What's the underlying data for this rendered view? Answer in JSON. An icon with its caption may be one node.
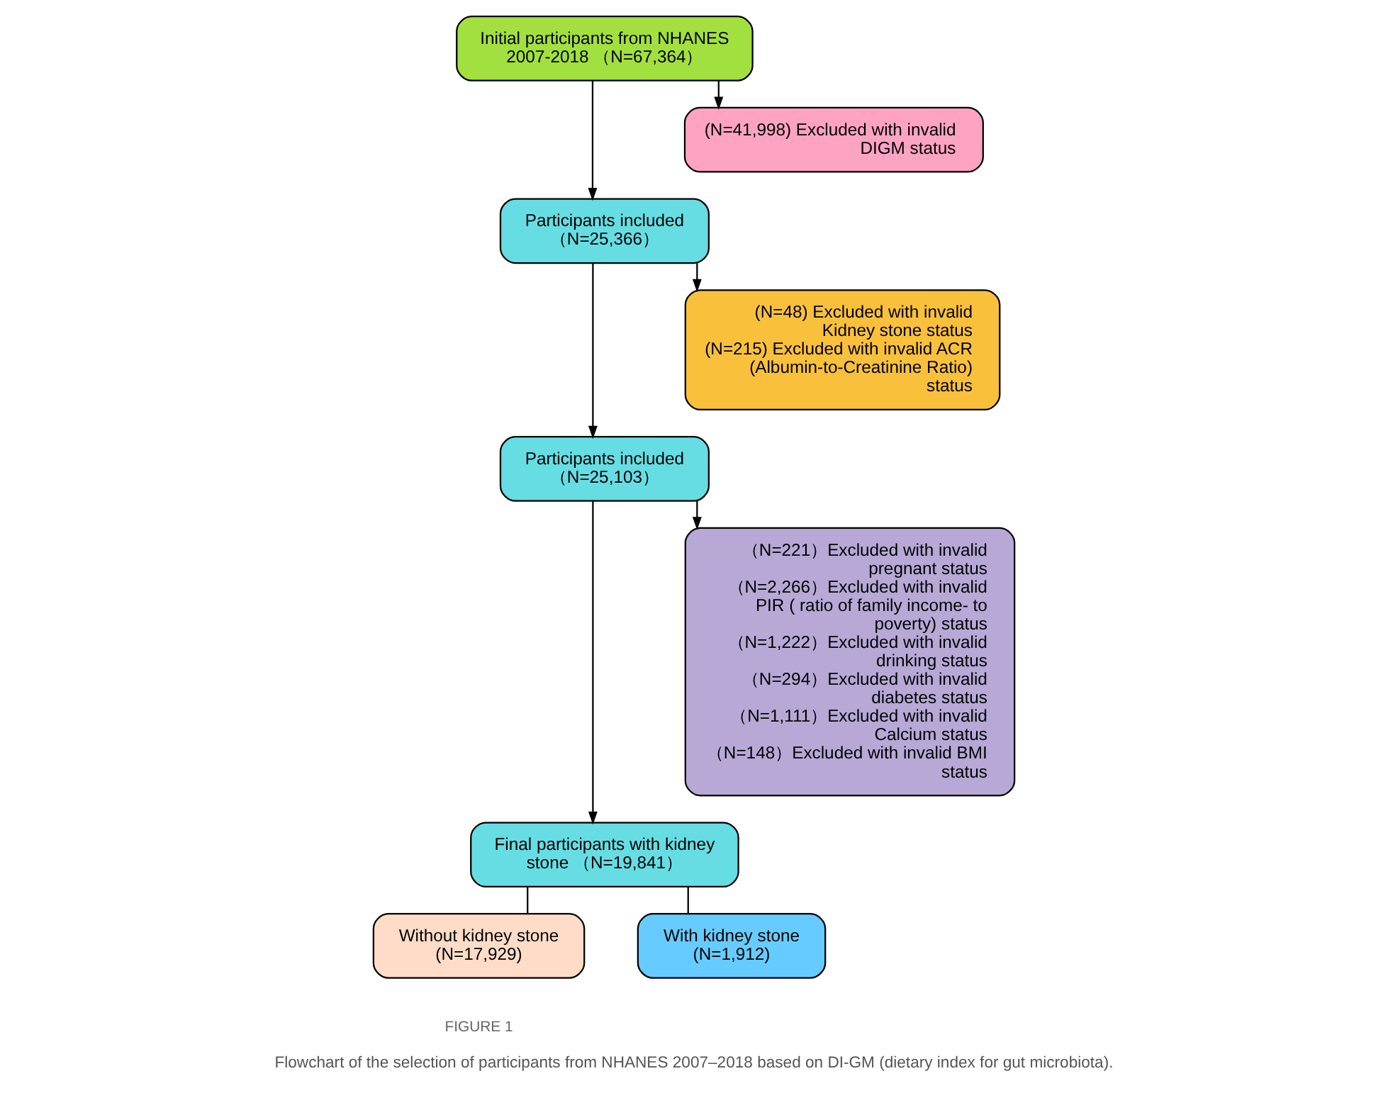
{
  "diagram": {
    "caption": "Flowchart of the selection of participants from NHANES 2007–2018 based on DI-GM (dietary index for gut microbiota).",
    "nodes": [
      {
        "text": [
          "Initial participants from NHANES 2007-2018 （N=67,364）"
        ]
      },
      {
        "text": [
          "(N=41,998) Excluded with invalid DIGM status"
        ]
      },
      {
        "text": [
          "Participants included （N=25,366）"
        ]
      },
      {
        "text": [
          "(N=48) Excluded with invalid Kidney stone status",
          "(N=215) Excluded with invalid ACR (Albumin-to-Creatinine Ratio) status"
        ]
      },
      {
        "text": [
          "Participants included （N=25,103）"
        ]
      },
      {
        "text": [
          "（N=221）Excluded with invalid pregnant status",
          "（N=2,266）Excluded with invalid PIR ( ratio of family income- to poverty) status",
          "（N=1,222）Excluded with invalid drinking status",
          "（N=294）Excluded with invalid diabetes status",
          "（N=1,111）Excluded with invalid Calcium status",
          "（N=148）Excluded with invalid BMI status"
        ]
      },
      {
        "text": [
          "Final participants with kidney stone （N=19,841）"
        ]
      },
      {
        "text": [
          "Without kidney stone (N=17,929)"
        ]
      },
      {
        "text": [
          "With kidney stone (N=1,912)"
        ]
      }
    ],
    "edges": [
      {
        "from": 0,
        "to": 2,
        "arrow": "to"
      },
      {
        "from": 0,
        "to": 1,
        "arrow": "to"
      },
      {
        "from": 2,
        "to": 4,
        "arrow": "to"
      },
      {
        "from": 2,
        "to": 3,
        "arrow": "to"
      },
      {
        "from": 4,
        "to": 6,
        "arrow": "to"
      },
      {
        "from": 4,
        "to": 5,
        "arrow": "to"
      },
      {
        "from": 6,
        "to": 7,
        "arrow": "none"
      },
      {
        "from": 6,
        "to": 8,
        "arrow": "none"
      }
    ],
    "labels": [
      "FIGURE 1"
    ]
  }
}
